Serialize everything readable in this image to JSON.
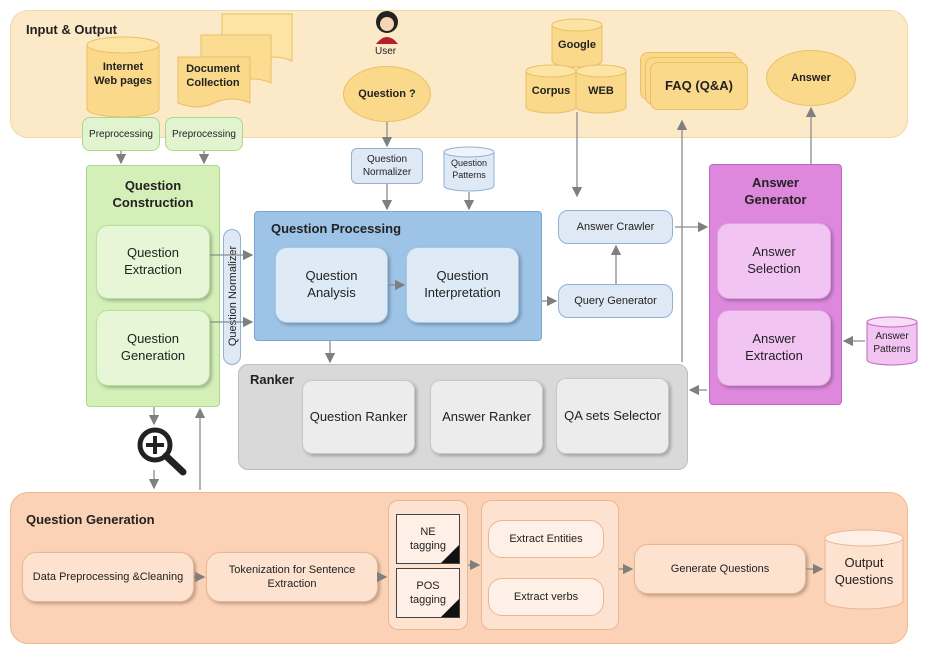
{
  "input_output": {
    "title": "Input & Output",
    "internet": "Internet\nWeb pages",
    "document": "Document\nCollection",
    "pre1": "Preprocessing",
    "pre2": "Preprocessing",
    "user": "User",
    "question": "Question ?",
    "google": "Google",
    "corpus": "Corpus",
    "web": "WEB",
    "faq": "FAQ (Q&A)",
    "answer": "Answer"
  },
  "middle": {
    "question_normalizer": "Question\nNormalizer",
    "question_patterns": "Question\nPatterns",
    "answer_crawler": "Answer Crawler",
    "query_generator": "Query Generator",
    "answer_patterns": "Answer\nPatterns",
    "vertical_normalizer": "Question Normalizer"
  },
  "question_construction": {
    "title": "Question\nConstruction",
    "extraction": "Question\nExtraction",
    "generation": "Question\nGeneration"
  },
  "question_processing": {
    "title": "Question Processing",
    "analysis": "Question\nAnalysis",
    "interpretation": "Question\nInterpretation"
  },
  "answer_generator": {
    "title": "Answer\nGenerator",
    "selection": "Answer\nSelection",
    "extraction": "Answer\nExtraction"
  },
  "ranker": {
    "title": "Ranker",
    "question_ranker": "Question Ranker",
    "answer_ranker": "Answer Ranker",
    "qa_selector": "QA sets Selector"
  },
  "question_generation": {
    "title": "Question Generation",
    "preprocessing": "Data Preprocessing &Cleaning",
    "tokenization": "Tokenization for Sentence\nExtraction",
    "ne": "NE\ntagging",
    "pos": "POS\ntagging",
    "entities": "Extract Entities",
    "verbs": "Extract verbs",
    "generate": "Generate Questions",
    "output": "Output\nQuestions"
  },
  "colors": {
    "io_panel": "#fce9c7",
    "yellow_node": "#fbd98a",
    "green_panel": "#d4f0b8",
    "blue_panel": "#9dc3e6",
    "pink_panel": "#dd88dd",
    "gray_panel": "#d9d9d9",
    "orange_panel": "#fbceb0",
    "light_blue": "#dee9f5"
  },
  "icons": [
    "user-icon",
    "magnifier-plus-icon",
    "tag-corner-icon"
  ]
}
